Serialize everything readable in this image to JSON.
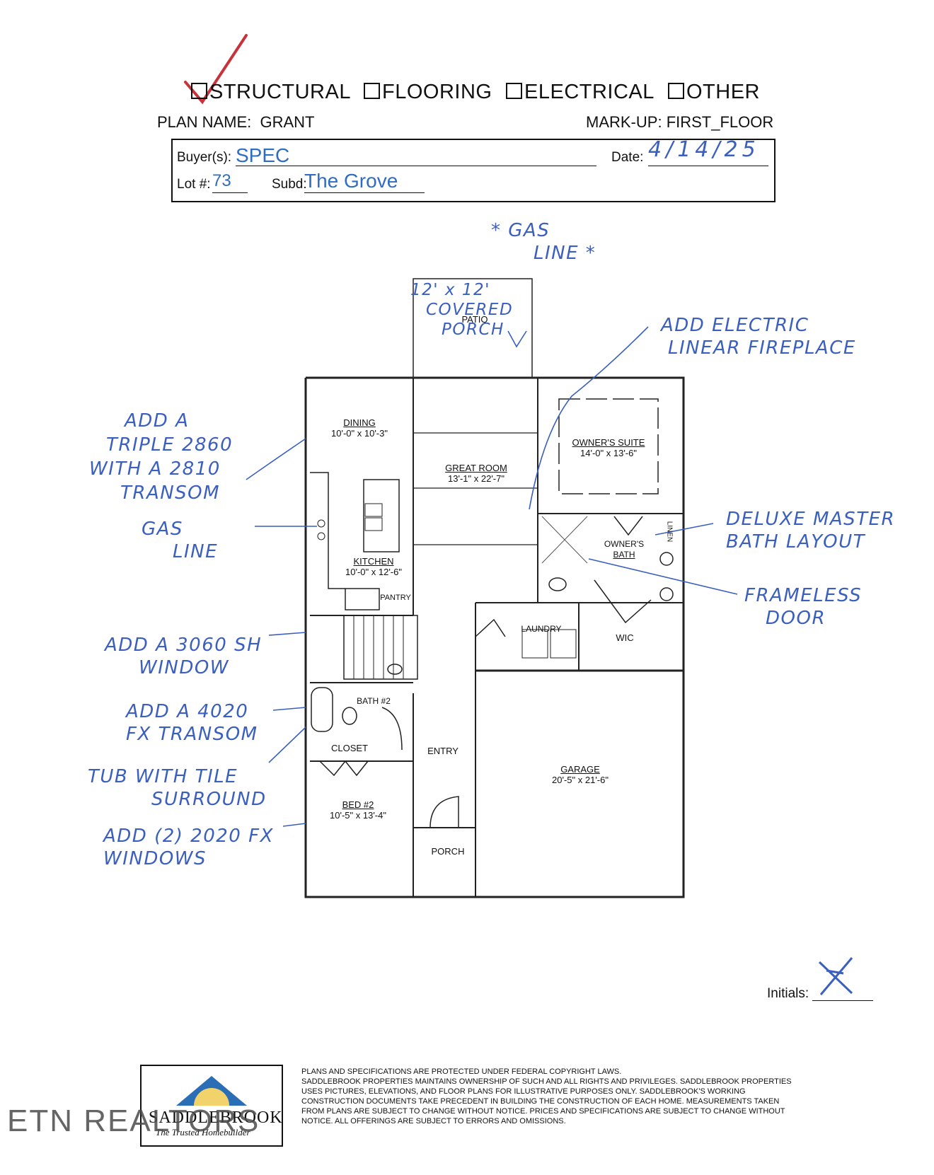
{
  "header": {
    "checkboxes": [
      "STRUCTURAL",
      "FLOORING",
      "ELECTRICAL",
      "OTHER"
    ],
    "plan_name_label": "PLAN NAME:",
    "plan_name": "GRANT",
    "markup_label": "MARK-UP:",
    "markup": "FIRST_FLOOR"
  },
  "form": {
    "buyer_label": "Buyer(s):",
    "buyer": "SPEC",
    "date_label": "Date:",
    "date": "4/14/25",
    "lot_label": "Lot #:",
    "lot": "73",
    "subd_label": "Subd:",
    "subd": "The Grove"
  },
  "rooms": {
    "patio": "PATIO",
    "dining_name": "DINING",
    "dining_size": "10'-0\" x 10'-3\"",
    "great_name": "GREAT ROOM",
    "great_size": "13'-1\" x 22'-7\"",
    "owners_suite_name": "OWNER'S SUITE",
    "owners_suite_size": "14'-0\" x 13'-6\"",
    "kitchen_name": "KITCHEN",
    "kitchen_size": "10'-0\" x 12'-6\"",
    "pantry": "PANTRY",
    "owners_bath_1": "OWNER'S",
    "owners_bath_2": "BATH",
    "linen": "LINEN",
    "laundry": "LAUNDRY",
    "wic": "WIC",
    "bath2": "BATH #2",
    "closet": "CLOSET",
    "entry": "ENTRY",
    "garage_name": "GARAGE",
    "garage_size": "20'-5\" x 21'-6\"",
    "bed2_name": "BED #2",
    "bed2_size": "10'-5\" x 13'-4\"",
    "porch": "PORCH"
  },
  "notes": {
    "gas_line_top_1": "* GAS",
    "gas_line_top_2": "LINE *",
    "covered_porch_1": "12' x 12'",
    "covered_porch_2": "COVERED",
    "covered_porch_3": "PORCH",
    "fireplace_1": "ADD ELECTRIC",
    "fireplace_2": "LINEAR FIREPLACE",
    "triple_1": "ADD A",
    "triple_2": "TRIPLE 2860",
    "triple_3": "WITH A 2810",
    "triple_4": "TRANSOM",
    "gas_line_1": "GAS",
    "gas_line_2": "LINE",
    "deluxe_1": "DELUXE MASTER",
    "deluxe_2": "BATH LAYOUT",
    "frameless_1": "FRAMELESS",
    "frameless_2": "DOOR",
    "window3060_1": "ADD A 3060 SH",
    "window3060_2": "WINDOW",
    "transom_1": "ADD A 4020",
    "transom_2": "FX TRANSOM",
    "tub_1": "TUB WITH TILE",
    "tub_2": "SURROUND",
    "windows2020_1": "ADD (2) 2020 FX",
    "windows2020_2": "WINDOWS"
  },
  "initials_label": "Initials:",
  "disclaimer": [
    "PLANS AND SPECIFICATIONS ARE PROTECTED UNDER FEDERAL COPYRIGHT LAWS.",
    "SADDLEBROOK PROPERTIES MAINTAINS OWNERSHIP OF SUCH AND ALL RIGHTS AND PRIVILEGES. SADDLEBROOK PROPERTIES",
    "USES PICTURES, ELEVATIONS, AND FLOOR PLANS FOR ILLUSTRATIVE PURPOSES ONLY.  SADDLEBROOK'S WORKING",
    "CONSTRUCTION DOCUMENTS TAKE PRECEDENT IN BUILDING THE CONSTRUCTION OF EACH HOME.  MEASUREMENTS TAKEN",
    "FROM PLANS ARE SUBJECT TO CHANGE WITHOUT NOTICE.  PRICES AND SPECIFICATIONS ARE SUBJECT TO CHANGE WITHOUT",
    "NOTICE.  ALL OFFERINGS ARE SUBJECT TO ERRORS AND OMISSIONS."
  ],
  "brand": {
    "name": "SADDLEBROOK",
    "tagline": "The Trusted Homebuilder"
  },
  "watermark": "ETN REALTORS",
  "colors": {
    "ink": "#3a5fbf",
    "checkmark": "#c8323a",
    "logo": "#2a6fb5"
  }
}
